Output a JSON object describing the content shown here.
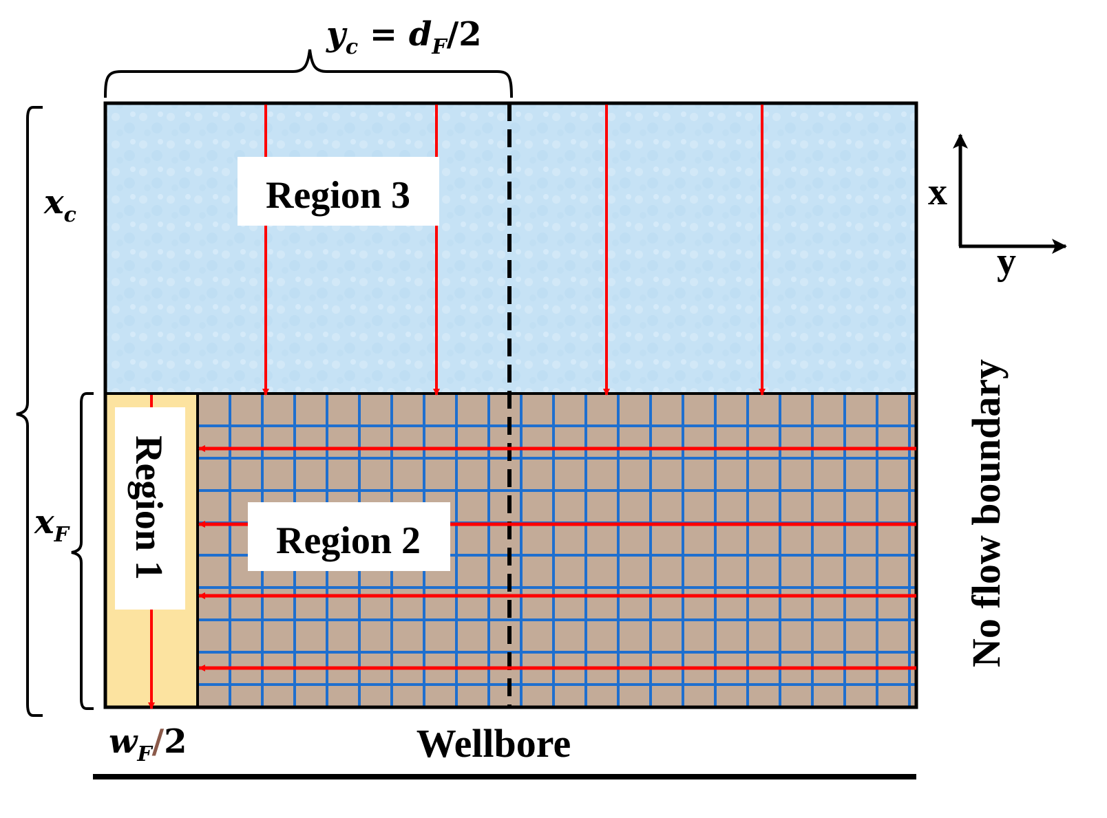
{
  "diagram": {
    "top_brace_label": {
      "lhs": "y",
      "lhs_sub": "c",
      "eq": " = ",
      "rhs": "d",
      "rhs_sub": "F",
      "tail": "/2"
    },
    "left_outer_label": {
      "base": "x",
      "sub": "c"
    },
    "left_inner_label": {
      "base": "x",
      "sub": "F"
    },
    "bottom_left_label": {
      "base": "w",
      "sub": "F",
      "slash": "/",
      "tail": "2"
    },
    "region1_label": "Region 1",
    "region2_label": "Region 2",
    "region3_label": "Region 3",
    "wellbore_label": "Wellbore",
    "boundary_label": "No flow boundary",
    "axis_x_label": "x",
    "axis_y_label": "y",
    "colors": {
      "region3_fill": "#c6e2f5",
      "region2_fill": "#c3ab98",
      "region1_fill": "#fce3a0",
      "grid_lines": "#1e6fcf",
      "flow_arrows": "#ff0000",
      "outline": "#000000"
    }
  }
}
